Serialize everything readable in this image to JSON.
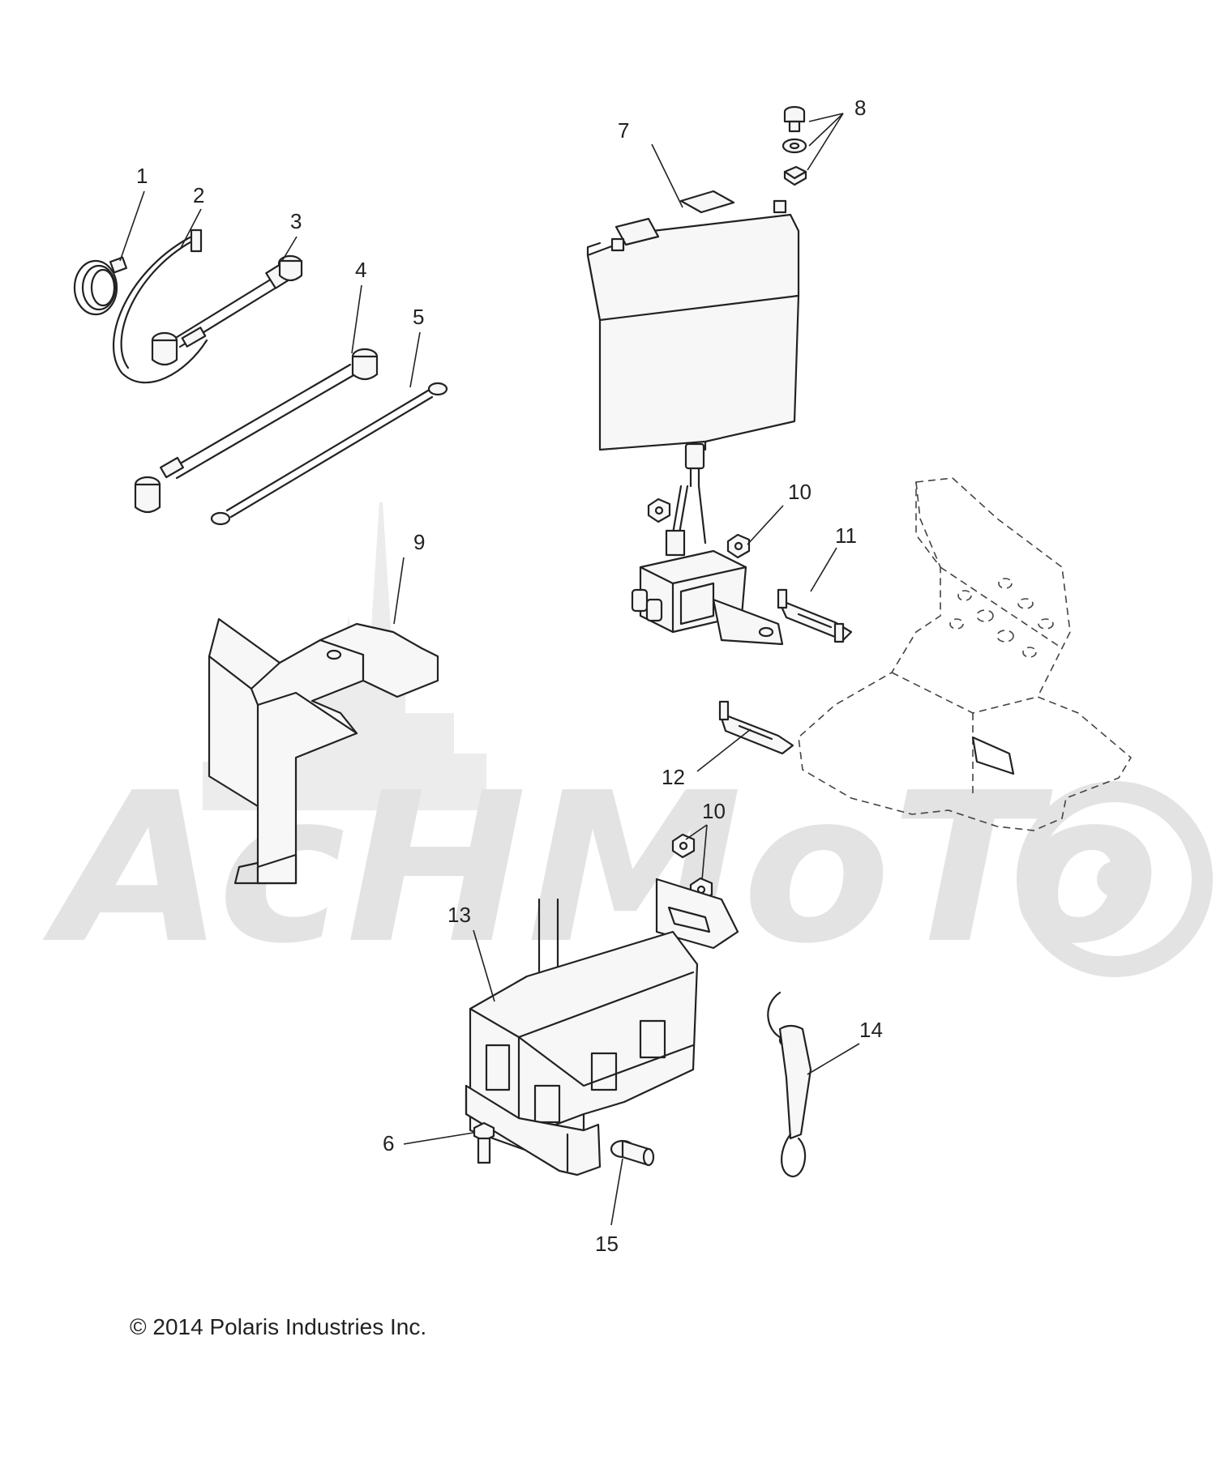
{
  "callouts": {
    "c1": "1",
    "c2": "2",
    "c3": "3",
    "c4": "4",
    "c5": "5",
    "c6": "6",
    "c7": "7",
    "c8": "8",
    "c9": "9",
    "c10a": "10",
    "c10b": "10",
    "c11": "11",
    "c12": "12",
    "c13": "13",
    "c14": "14",
    "c15": "15"
  },
  "copyright": "© 2014 Polaris Industries Inc.",
  "watermark": "AcHMoTo",
  "colors": {
    "line": "#222222",
    "watermark": "#e3e3e3"
  }
}
